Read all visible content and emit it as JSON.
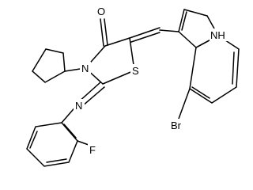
{
  "molecule": {
    "atoms": {
      "oxygen": "O",
      "sulfur": "S",
      "thiazolidine_nitrogen": "N",
      "imine_nitrogen": "N",
      "indole_nh": "NH",
      "bromine": "Br",
      "fluorine": "F"
    }
  }
}
